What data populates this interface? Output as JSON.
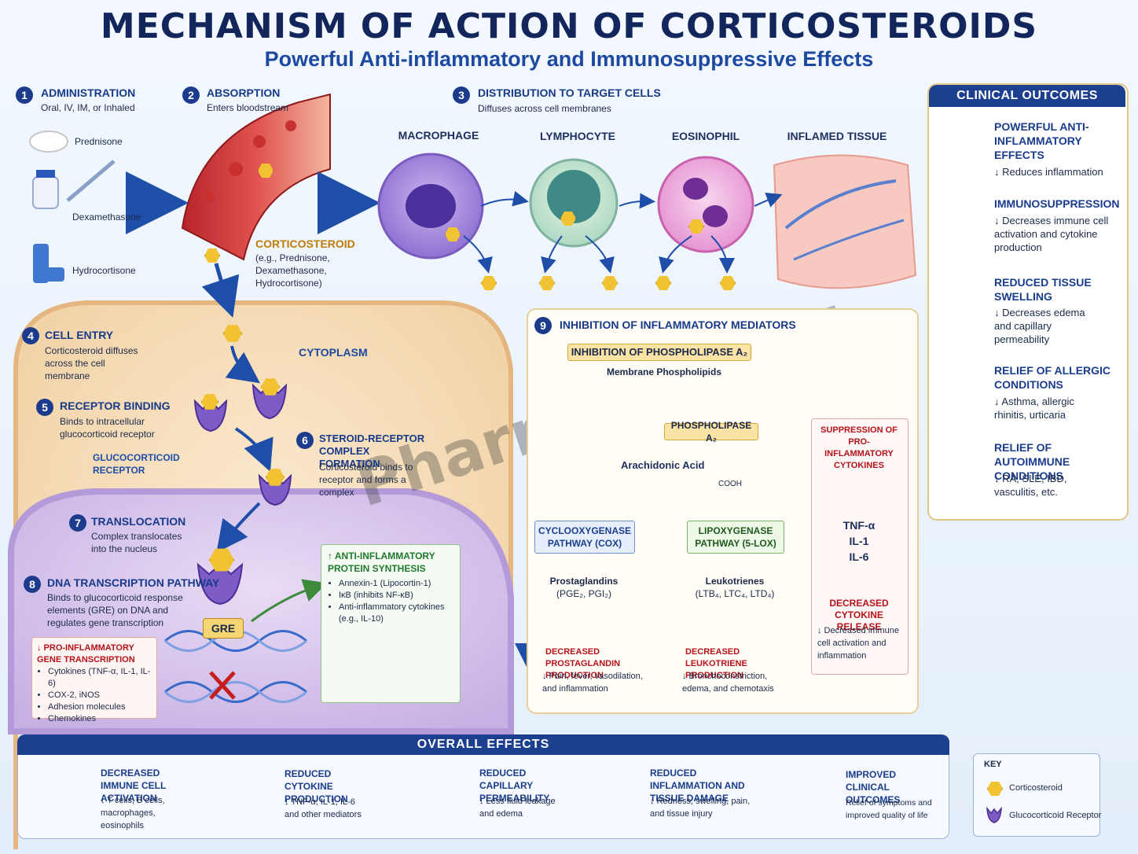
{
  "header": {
    "title": "MECHANISM OF ACTION OF CORTICOSTEROIDS",
    "subtitle": "Powerful Anti-inflammatory and Immunosuppressive Effects"
  },
  "steps": {
    "s1": {
      "num": "1",
      "title": "ADMINISTRATION",
      "desc": "Oral, IV, IM, or Inhaled"
    },
    "s2": {
      "num": "2",
      "title": "ABSORPTION",
      "desc": "Enters bloodstream"
    },
    "s3": {
      "num": "3",
      "title": "DISTRIBUTION TO TARGET CELLS",
      "desc": "Diffuses across cell membranes"
    },
    "s4": {
      "num": "4",
      "title": "CELL ENTRY",
      "desc": "Corticosteroid diffuses across the cell membrane"
    },
    "s5": {
      "num": "5",
      "title": "RECEPTOR BINDING",
      "desc": "Binds to intracellular glucocorticoid receptor"
    },
    "s6": {
      "num": "6",
      "title": "STEROID-RECEPTOR COMPLEX FORMATION",
      "desc": "Corticosteroid binds to receptor and forms a complex"
    },
    "s7": {
      "num": "7",
      "title": "TRANSLOCATION",
      "desc": "Complex translocates into the nucleus"
    },
    "s8": {
      "num": "8",
      "title": "DNA TRANSCRIPTION PATHWAY",
      "desc": "Binds to glucocorticoid response elements (GRE) on DNA and regulates gene transcription"
    },
    "s9": {
      "num": "9",
      "title": "INHIBITION OF INFLAMMATORY MEDIATORS"
    }
  },
  "drugs": [
    "Prednisone",
    "Dexamethasone",
    "Hydrocortisone"
  ],
  "corticosteroid_label": {
    "title": "CORTICOSTEROID",
    "desc": "(e.g., Prednisone, Dexamethasone, Hydrocortisone)"
  },
  "cells": [
    "MACROPHAGE",
    "LYMPHOCYTE",
    "EOSINOPHIL",
    "INFLAMED TISSUE"
  ],
  "cytoplasm": "CYTOPLASM",
  "receptor_label": "GLUCOCORTICOID RECEPTOR",
  "gre": "GRE",
  "pro_inflammatory": {
    "title": "↓ PRO-INFLAMMATORY GENE TRANSCRIPTION",
    "items": [
      "Cytokines (TNF-α, IL-1, IL-6)",
      "COX-2, iNOS",
      "Adhesion molecules",
      "Chemokines"
    ]
  },
  "anti_inflammatory": {
    "title": "↑ ANTI-INFLAMMATORY PROTEIN SYNTHESIS",
    "items": [
      "Annexin-1 (Lipocortin-1)",
      "IκB (inhibits NF-κB)",
      "Anti-inflammatory cytokines (e.g., IL-10)"
    ]
  },
  "pathway": {
    "inhibition": "INHIBITION OF PHOSPHOLIPASE A₂",
    "membrane": "Membrane Phospholipids",
    "pla2": "PHOSPHOLIPASE A₂",
    "arachidonic": "Arachidonic Acid",
    "cooh": "COOH",
    "cox": "CYCLOOXYGENASE PATHWAY (COX)",
    "lox": "LIPOXYGENASE PATHWAY (5-LOX)",
    "prostaglandins": "Prostaglandins",
    "prostaglandins_sub": "(PGE₂, PGI₂)",
    "leukotrienes": "Leukotrienes",
    "leukotrienes_sub": "(LTB₄, LTC₄, LTD₄)",
    "dec_pg": "DECREASED PROSTAGLANDIN PRODUCTION",
    "dec_pg_desc": "↓ Pain, fever, vasodilation, and inflammation",
    "dec_lt": "DECREASED LEUKOTRIENE PRODUCTION",
    "dec_lt_desc": "↓ Bronchoconstriction, edema, and chemotaxis"
  },
  "cytokines": {
    "title": "SUPPRESSION OF PRO-INFLAMMATORY CYTOKINES",
    "list": [
      "TNF-α",
      "IL-1",
      "IL-6"
    ],
    "dec": "DECREASED CYTOKINE RELEASE",
    "desc": "↓ Decreased immune cell activation and inflammation"
  },
  "clinical": {
    "header": "CLINICAL OUTCOMES",
    "items": [
      {
        "title": "POWERFUL ANTI-INFLAMMATORY EFFECTS",
        "desc": "↓ Reduces inflammation"
      },
      {
        "title": "IMMUNOSUPPRESSION",
        "desc": "↓ Decreases immune cell activation and cytokine production"
      },
      {
        "title": "REDUCED TISSUE SWELLING",
        "desc": "↓ Decreases edema and capillary permeability"
      },
      {
        "title": "RELIEF OF ALLERGIC CONDITIONS",
        "desc": "↓ Asthma, allergic rhinitis, urticaria"
      },
      {
        "title": "RELIEF OF AUTOIMMUNE CONDITIONS",
        "desc": "↓ RA, SLE, IBD, vasculitis, etc."
      }
    ]
  },
  "overall": {
    "header": "OVERALL EFFECTS",
    "items": [
      {
        "title": "DECREASED IMMUNE CELL ACTIVATION",
        "desc": "↓ T cells, B cells, macrophages, eosinophils"
      },
      {
        "title": "REDUCED CYTOKINE PRODUCTION",
        "desc": "↓ TNF-α, IL-1, IL-6 and other mediators"
      },
      {
        "title": "REDUCED CAPILLARY PERMEABILITY",
        "desc": "↓ Less fluid leakage and edema"
      },
      {
        "title": "REDUCED INFLAMMATION AND TISSUE DAMAGE",
        "desc": "↓ Redness, swelling, pain, and tissue injury"
      },
      {
        "title": "IMPROVED CLINICAL OUTCOMES",
        "desc": "Relief of symptoms and improved quality of life"
      }
    ]
  },
  "key": {
    "title": "KEY",
    "items": [
      "Corticosteroid",
      "Glucocorticoid Receptor"
    ]
  },
  "watermark": "PharmacyFreak",
  "colors": {
    "navy": "#1d3f8f",
    "gold": "#f1c232",
    "red": "#b5121b",
    "green": "#1f7a2e"
  }
}
